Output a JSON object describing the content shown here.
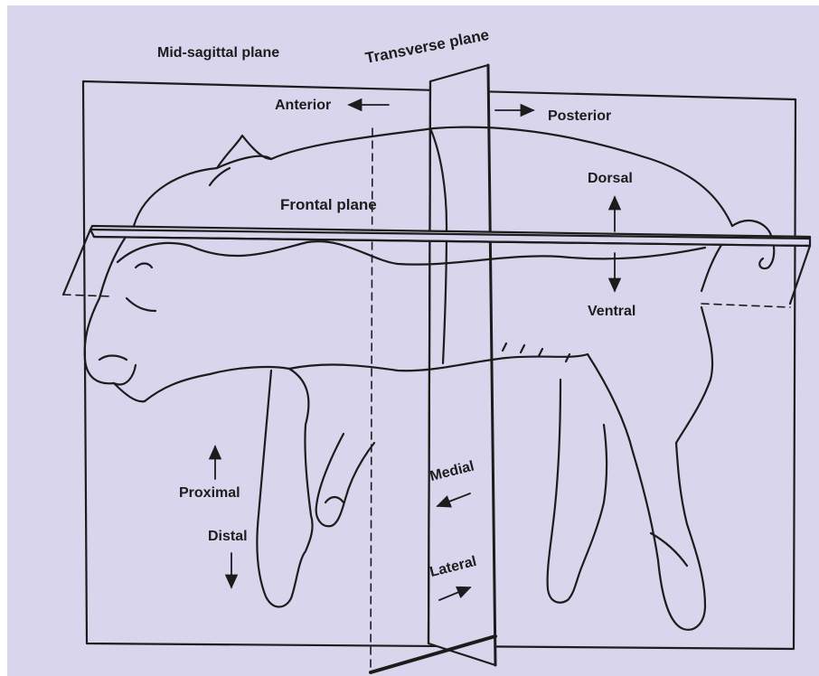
{
  "labels": {
    "mid_sagittal": "Mid-sagittal plane",
    "transverse": "Transverse plane",
    "anterior": "Anterior",
    "posterior": "Posterior",
    "frontal": "Frontal plane",
    "dorsal": "Dorsal",
    "ventral": "Ventral",
    "proximal": "Proximal",
    "distal": "Distal",
    "medial": "Medial",
    "lateral": "Lateral"
  },
  "colors": {
    "background": "#d9d5ec",
    "ink": "#1c1c1c"
  }
}
